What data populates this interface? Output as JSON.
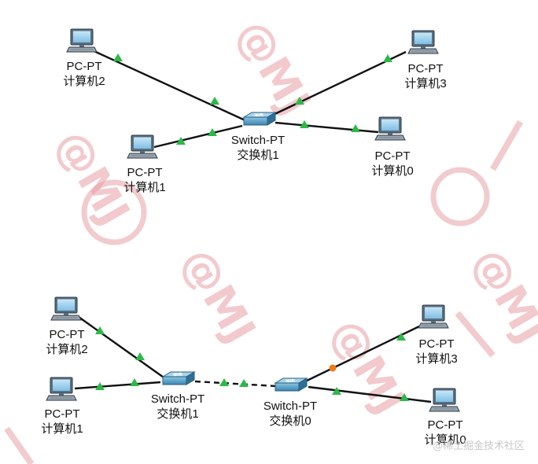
{
  "watermark": {
    "text": "@MJ",
    "color": "#e8a0a6"
  },
  "colors": {
    "link": "#111111",
    "status_up": "#2db84a",
    "status_amber": "#f07a1a",
    "device_body": "#4a90b8"
  },
  "top": {
    "pc2": {
      "model": "PC-PT",
      "name": "计算机2",
      "icon": "pc-icon"
    },
    "pc3": {
      "model": "PC-PT",
      "name": "计算机3",
      "icon": "pc-icon"
    },
    "pc1": {
      "model": "PC-PT",
      "name": "计算机1",
      "icon": "pc-icon"
    },
    "pc0": {
      "model": "PC-PT",
      "name": "计算机0",
      "icon": "pc-icon"
    },
    "sw1": {
      "model": "Switch-PT",
      "name": "交换机1",
      "icon": "switch-icon"
    }
  },
  "bottom": {
    "pc2": {
      "model": "PC-PT",
      "name": "计算机2",
      "icon": "pc-icon"
    },
    "pc1": {
      "model": "PC-PT",
      "name": "计算机1",
      "icon": "pc-icon"
    },
    "pc3": {
      "model": "PC-PT",
      "name": "计算机3",
      "icon": "pc-icon"
    },
    "pc0": {
      "model": "PC-PT",
      "name": "计算机0",
      "icon": "pc-icon"
    },
    "sw1": {
      "model": "Switch-PT",
      "name": "交换机1",
      "icon": "switch-icon"
    },
    "sw0": {
      "model": "Switch-PT",
      "name": "交换机0",
      "icon": "switch-icon"
    }
  },
  "footer": {
    "text": "@稀土掘金技术社区"
  }
}
